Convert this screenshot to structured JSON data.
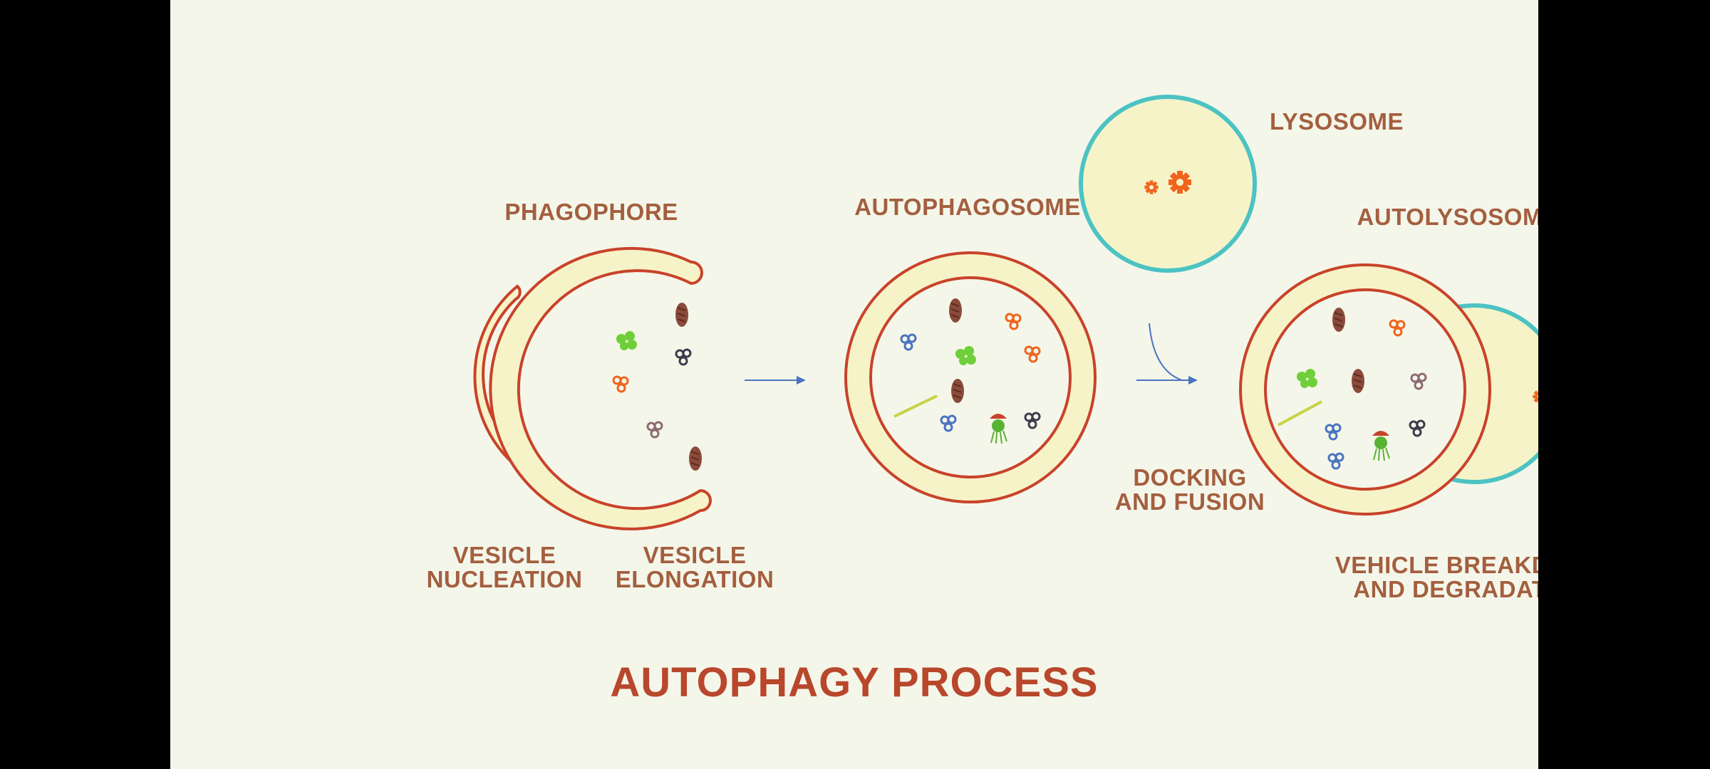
{
  "labels": {
    "phagophore": "PHAGOPHORE",
    "autophagosome": "AUTOPHAGOSOME",
    "lysosome": "LYSOSOME",
    "autolysosome": "AUTOLYSOSOME",
    "vesicle_nucleation": [
      "VESICLE",
      "NUCLEATION"
    ],
    "vesicle_elongation": [
      "VESICLE",
      "ELONGATION"
    ],
    "docking_fusion": [
      "DOCKING",
      "AND FUSION"
    ],
    "breakdown": [
      "VEHICLE BREAKDOWN",
      "AND DEGRADATION"
    ]
  },
  "title": "AUTOPHAGY PROCESS",
  "colors": {
    "background": "#f5f6ea",
    "membrane_stroke": "#c8432a",
    "membrane_fill": "#f7f3c8",
    "lysosome_stroke": "#4cc3c3",
    "label_text": "#a35f3f",
    "title_text": "#b8472c",
    "arrow": "#4a74c0",
    "enzyme": "#f0641e"
  }
}
